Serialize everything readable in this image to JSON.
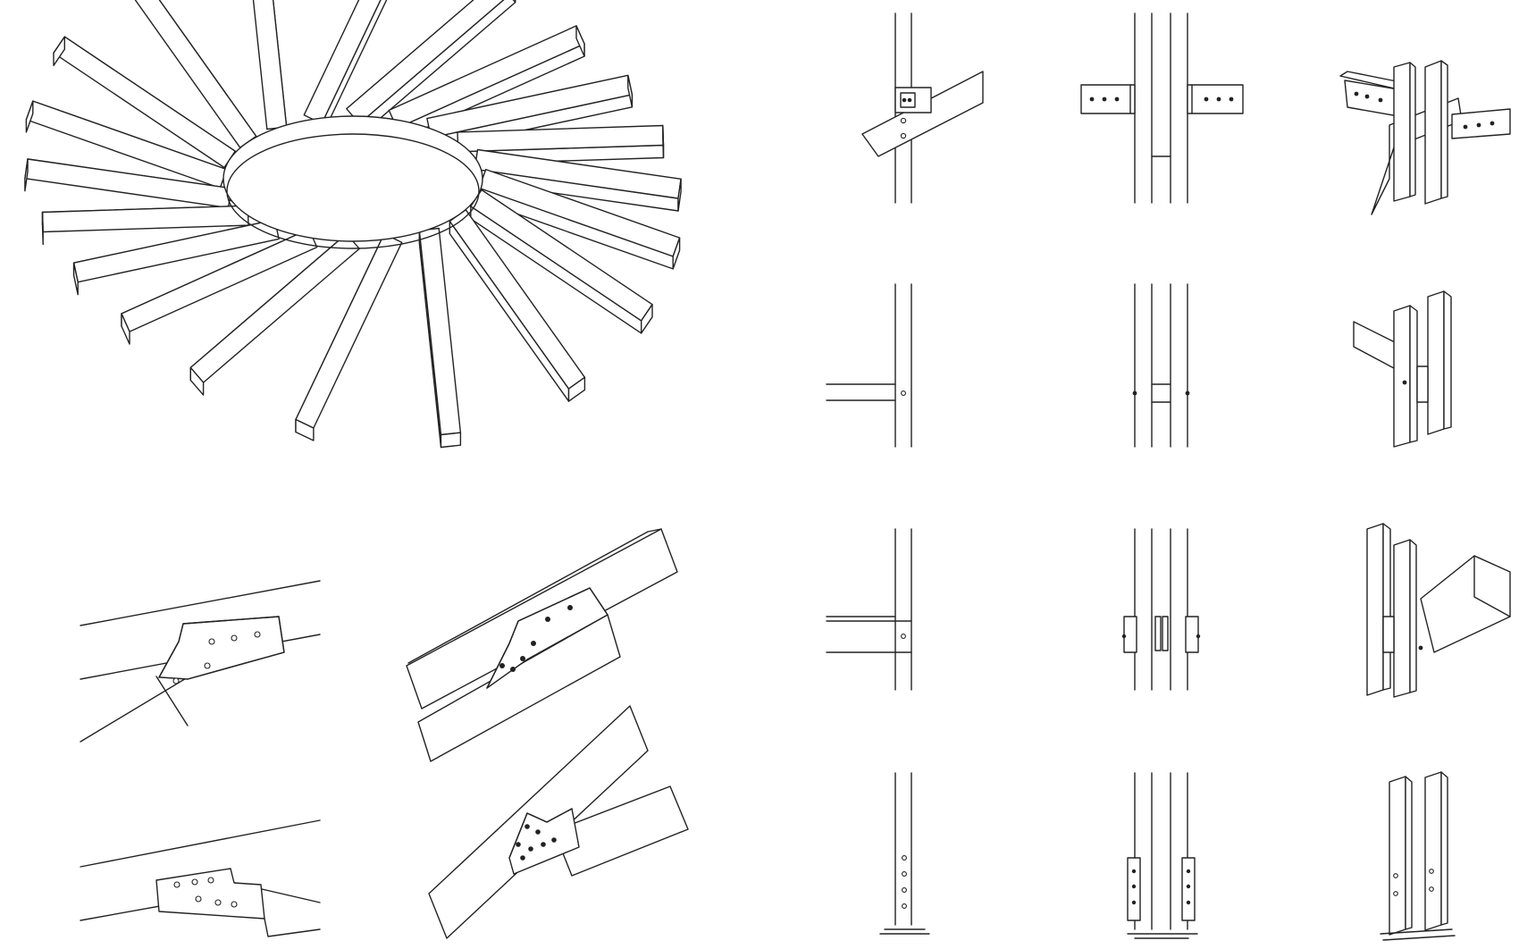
{
  "sheet": {
    "title": "",
    "background": "#ffffff",
    "line_color": "#222222"
  },
  "panels": {
    "ring": {
      "name": "radial-beam-ring",
      "beam_count": 20
    },
    "gusset_joints": {
      "name": "gusset-plate-joints",
      "count": 4
    },
    "column_details": {
      "name": "column-connection-details",
      "rows": 4,
      "columns": 3,
      "row_labels": [
        "",
        "",
        "",
        ""
      ],
      "column_labels": [
        "",
        "",
        ""
      ]
    }
  }
}
